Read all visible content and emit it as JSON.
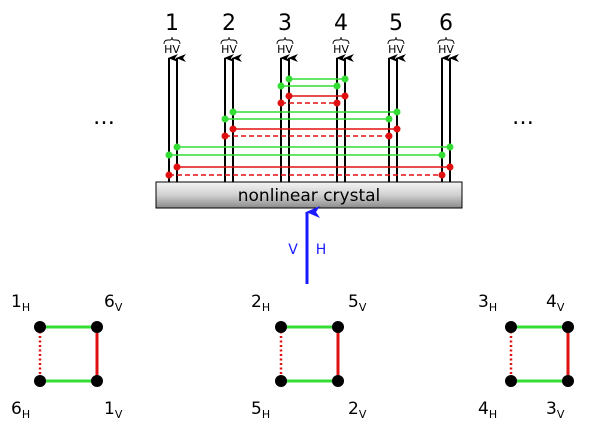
{
  "modes": [
    {
      "number": "1",
      "pol": "HV"
    },
    {
      "number": "2",
      "pol": "HV"
    },
    {
      "number": "3",
      "pol": "HV"
    },
    {
      "number": "4",
      "pol": "HV"
    },
    {
      "number": "5",
      "pol": "HV"
    },
    {
      "number": "6",
      "pol": "HV"
    }
  ],
  "ellipsis": "…",
  "crystal": {
    "label": "nonlinear crystal"
  },
  "pump": {
    "label_left": "V",
    "label_right": "H"
  },
  "colors": {
    "green": "#33dd33",
    "red": "#e01010",
    "pump": "#1a1aff",
    "node": "#000000"
  },
  "squares": [
    {
      "top_left": {
        "base": "1",
        "sub": "H"
      },
      "top_right": {
        "base": "6",
        "sub": "V"
      },
      "bottom_left": {
        "base": "6",
        "sub": "H"
      },
      "bottom_right": {
        "base": "1",
        "sub": "V"
      }
    },
    {
      "top_left": {
        "base": "2",
        "sub": "H"
      },
      "top_right": {
        "base": "5",
        "sub": "V"
      },
      "bottom_left": {
        "base": "5",
        "sub": "H"
      },
      "bottom_right": {
        "base": "2",
        "sub": "V"
      }
    },
    {
      "top_left": {
        "base": "3",
        "sub": "H"
      },
      "top_right": {
        "base": "4",
        "sub": "V"
      },
      "bottom_left": {
        "base": "4",
        "sub": "H"
      },
      "bottom_right": {
        "base": "3",
        "sub": "V"
      }
    }
  ]
}
